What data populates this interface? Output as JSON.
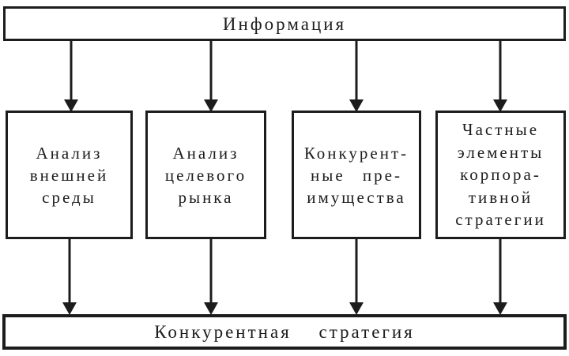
{
  "diagram": {
    "top_box": {
      "label": "Информация"
    },
    "middle_boxes": [
      {
        "label": "Анализ\nвнешней\nсреды"
      },
      {
        "label": "Анализ\nцелевого\nрынка"
      },
      {
        "label": "Конкурент-\nные пре-\nимущества"
      },
      {
        "label": "Частные\nэлементы\nкорпора-\nтивной\nстратегии"
      }
    ],
    "bottom_box": {
      "label": "Конкурентная стратегия"
    },
    "arrows": {
      "top_row_description": "4 arrows from Информация box down to each middle box",
      "bottom_row_description": "4 arrows from each middle box down to Конкурентная стратегия box"
    },
    "colors": {
      "line": "#1c1c1c",
      "text": "#1c1c1c",
      "background": "#ffffff"
    }
  }
}
